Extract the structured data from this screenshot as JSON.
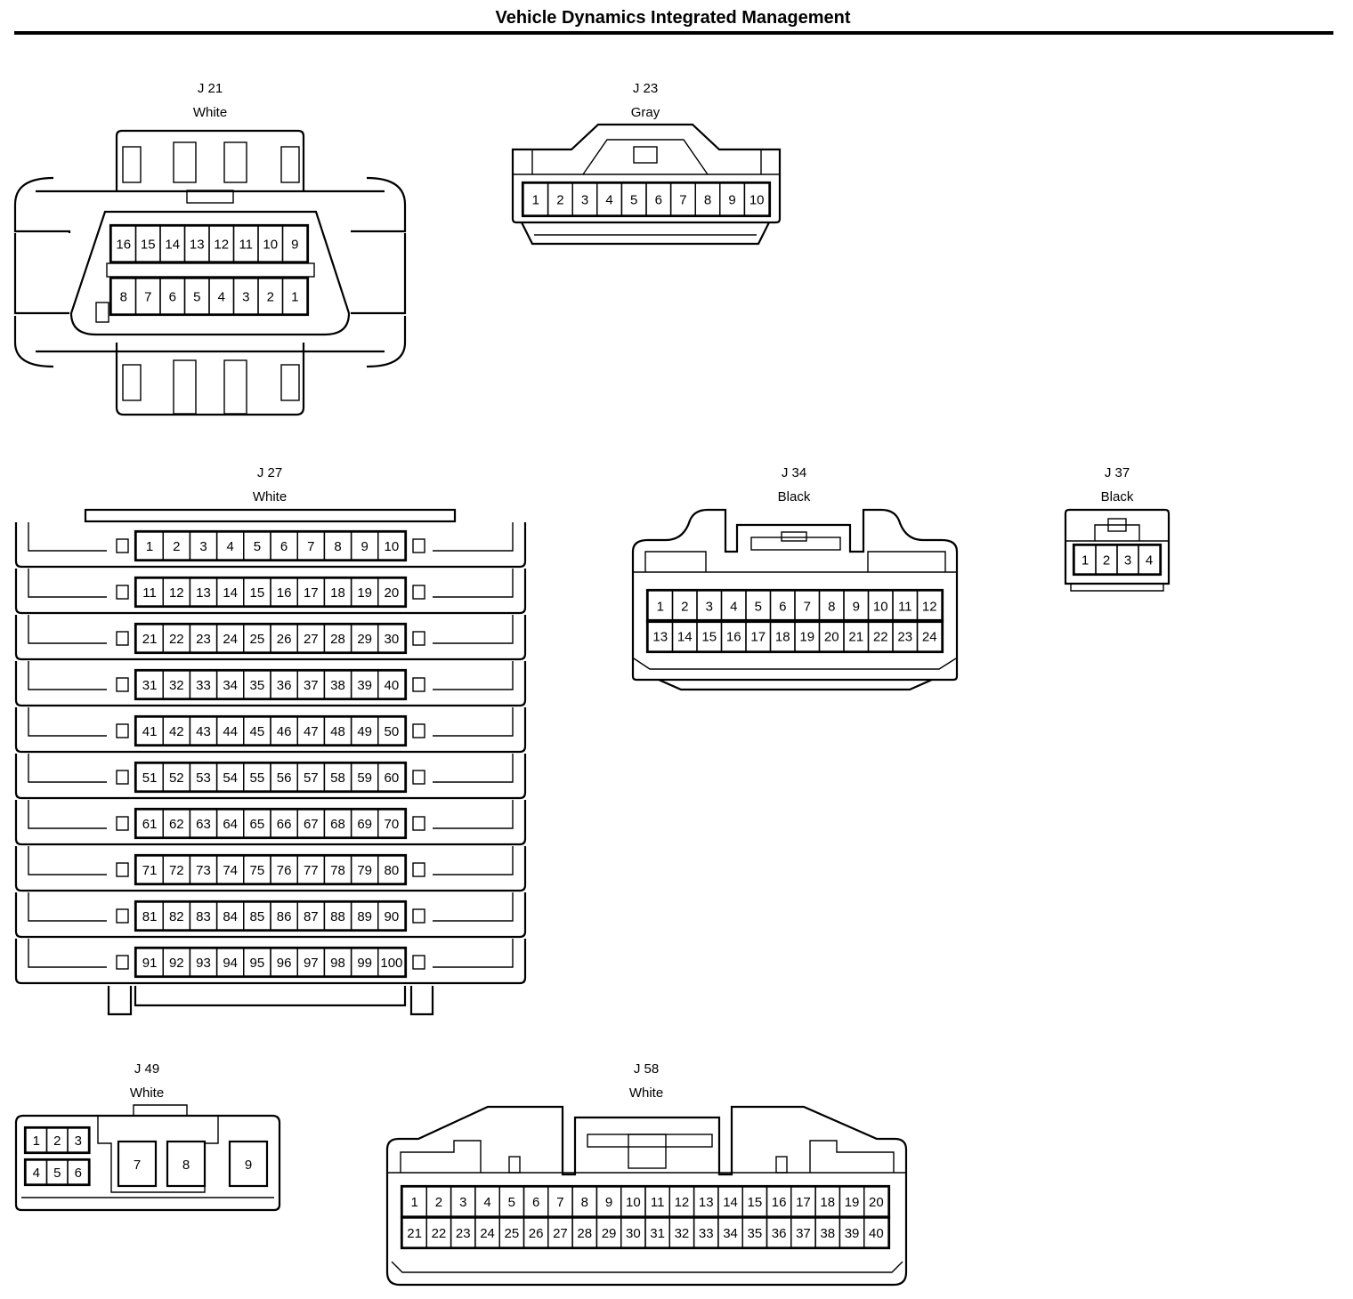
{
  "title": "Vehicle Dynamics Integrated Management",
  "connectors": {
    "j21": {
      "name": "J 21",
      "color": "White",
      "rows": [
        [
          "16",
          "15",
          "14",
          "13",
          "12",
          "11",
          "10",
          "9"
        ],
        [
          "8",
          "7",
          "6",
          "5",
          "4",
          "3",
          "2",
          "1"
        ]
      ]
    },
    "j23": {
      "name": "J 23",
      "color": "Gray",
      "rows": [
        [
          "1",
          "2",
          "3",
          "4",
          "5",
          "6",
          "7",
          "8",
          "9",
          "10"
        ]
      ]
    },
    "j27": {
      "name": "J 27",
      "color": "White",
      "rows": [
        [
          "1",
          "2",
          "3",
          "4",
          "5",
          "6",
          "7",
          "8",
          "9",
          "10"
        ],
        [
          "11",
          "12",
          "13",
          "14",
          "15",
          "16",
          "17",
          "18",
          "19",
          "20"
        ],
        [
          "21",
          "22",
          "23",
          "24",
          "25",
          "26",
          "27",
          "28",
          "29",
          "30"
        ],
        [
          "31",
          "32",
          "33",
          "34",
          "35",
          "36",
          "37",
          "38",
          "39",
          "40"
        ],
        [
          "41",
          "42",
          "43",
          "44",
          "45",
          "46",
          "47",
          "48",
          "49",
          "50"
        ],
        [
          "51",
          "52",
          "53",
          "54",
          "55",
          "56",
          "57",
          "58",
          "59",
          "60"
        ],
        [
          "61",
          "62",
          "63",
          "64",
          "65",
          "66",
          "67",
          "68",
          "69",
          "70"
        ],
        [
          "71",
          "72",
          "73",
          "74",
          "75",
          "76",
          "77",
          "78",
          "79",
          "80"
        ],
        [
          "81",
          "82",
          "83",
          "84",
          "85",
          "86",
          "87",
          "88",
          "89",
          "90"
        ],
        [
          "91",
          "92",
          "93",
          "94",
          "95",
          "96",
          "97",
          "98",
          "99",
          "100"
        ]
      ]
    },
    "j34": {
      "name": "J 34",
      "color": "Black",
      "rows": [
        [
          "1",
          "2",
          "3",
          "4",
          "5",
          "6",
          "7",
          "8",
          "9",
          "10",
          "11",
          "12"
        ],
        [
          "13",
          "14",
          "15",
          "16",
          "17",
          "18",
          "19",
          "20",
          "21",
          "22",
          "23",
          "24"
        ]
      ]
    },
    "j37": {
      "name": "J 37",
      "color": "Black",
      "rows": [
        [
          "1",
          "2",
          "3",
          "4"
        ]
      ]
    },
    "j49": {
      "name": "J 49",
      "color": "White",
      "small_rows": [
        [
          "1",
          "2",
          "3"
        ],
        [
          "4",
          "5",
          "6"
        ]
      ],
      "large_pins": [
        "7",
        "8",
        "9"
      ]
    },
    "j58": {
      "name": "J 58",
      "color": "White",
      "rows": [
        [
          "1",
          "2",
          "3",
          "4",
          "5",
          "6",
          "7",
          "8",
          "9",
          "10",
          "11",
          "12",
          "13",
          "14",
          "15",
          "16",
          "17",
          "18",
          "19",
          "20"
        ],
        [
          "21",
          "22",
          "23",
          "24",
          "25",
          "26",
          "27",
          "28",
          "29",
          "30",
          "31",
          "32",
          "33",
          "34",
          "35",
          "36",
          "37",
          "38",
          "39",
          "40"
        ]
      ]
    }
  }
}
